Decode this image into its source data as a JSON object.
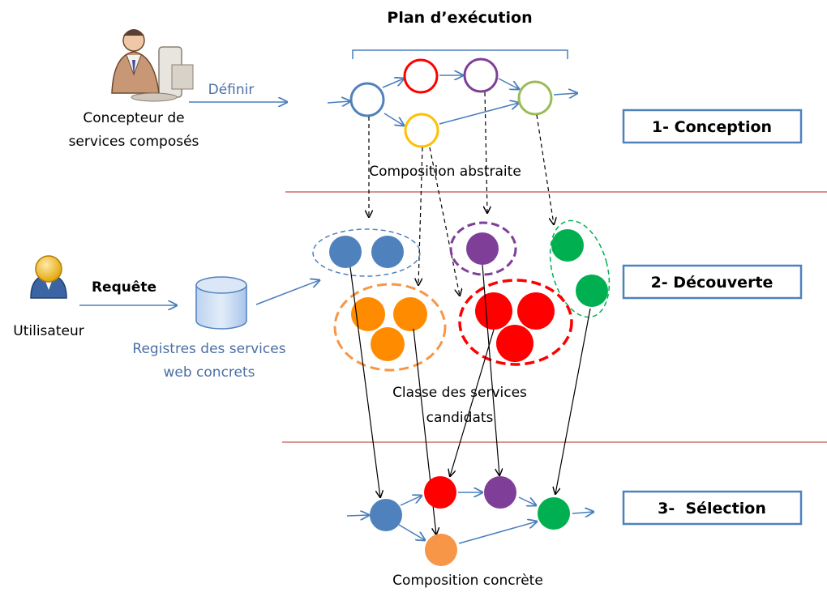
{
  "title": "Plan d’exécution",
  "actors": {
    "designer": {
      "line1": "Concepteur de",
      "line2": "services composés",
      "icon": "designer-person-icon"
    },
    "user": {
      "label": "Utilisateur",
      "icon": "user-avatar-icon"
    }
  },
  "arrows": {
    "define_label": "Définir",
    "request_label": "Requête"
  },
  "registry": {
    "line1": "Registres des services",
    "line2": "web concrets",
    "icon": "database-cylinder-icon"
  },
  "captions": {
    "abstract": "Composition abstraite",
    "candidates_line1": "Classe des services",
    "candidates_line2": "candidats",
    "concrete": "Composition concrète"
  },
  "phases": [
    {
      "label": "1- Conception"
    },
    {
      "label": "2- Découverte"
    },
    {
      "label": "3-  Sélection"
    }
  ],
  "colors": {
    "blue": "#4f81bd",
    "red": "#ff0000",
    "purple": "#7f3f98",
    "green": "#00b050",
    "yellow": "#ffc000",
    "olive_green": "#9bbb59",
    "orange": "#ff8c00",
    "light_orange": "#f79646",
    "divider": "#c0504d",
    "arrow_blue": "#4a7ebb",
    "phase_border": "#4f81bd"
  }
}
